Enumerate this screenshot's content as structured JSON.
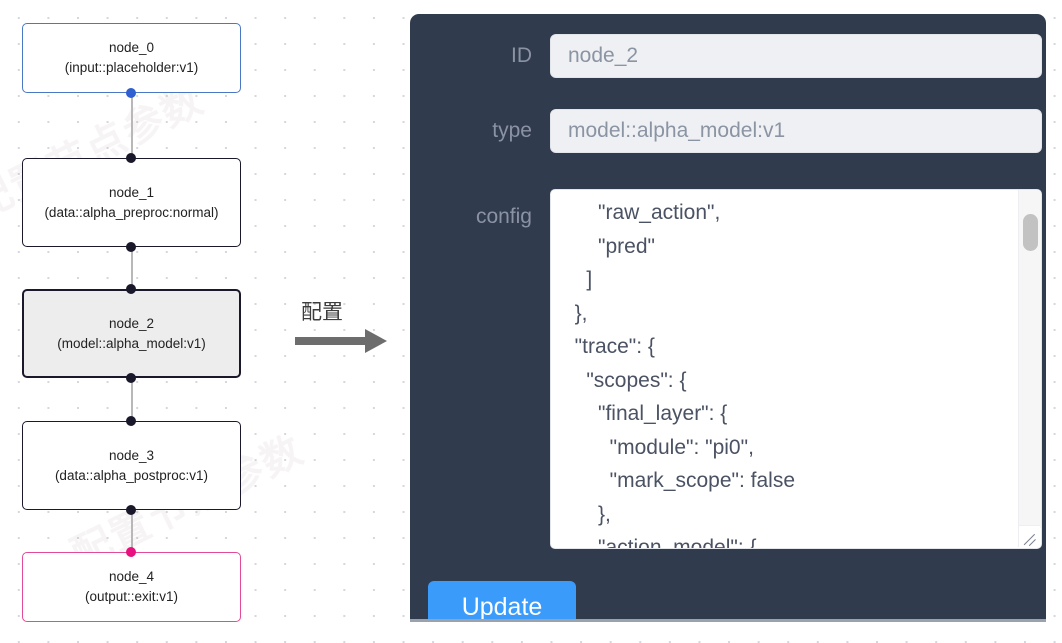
{
  "canvas": {
    "watermark_text": "配置节点参数"
  },
  "graph": {
    "nodes": [
      {
        "id": "node_0",
        "type": "(input::placeholder:v1)",
        "state": "default",
        "accent": "#4a78c4"
      },
      {
        "id": "node_1",
        "type": "(data::alpha_preproc:normal)",
        "state": "default",
        "accent": "#1a192b"
      },
      {
        "id": "node_2",
        "type": "(model::alpha_model:v1)",
        "state": "selected",
        "accent": "#1a192b"
      },
      {
        "id": "node_3",
        "type": "(data::alpha_postproc:v1)",
        "state": "default",
        "accent": "#1a192b"
      },
      {
        "id": "node_4",
        "type": "(output::exit:v1)",
        "state": "default",
        "accent": "#e24a9a"
      }
    ]
  },
  "arrow": {
    "label": "配置",
    "icon": "right-arrow-icon",
    "color": "#6d6d6d"
  },
  "inspector": {
    "fields": {
      "id": {
        "label": "ID",
        "value": "node_2",
        "placeholder": "node_2"
      },
      "type": {
        "label": "type",
        "value": "model::alpha_model:v1",
        "placeholder": "model::alpha_model:v1"
      },
      "config": {
        "label": "config",
        "value": "      \"raw_action\",\n      \"pred\"\n    ]\n  },\n  \"trace\": {\n    \"scopes\": {\n      \"final_layer\": {\n        \"module\": \"pi0\",\n        \"mark_scope\": false\n      },\n      \"action_model\": {"
      }
    },
    "update_button": {
      "label": "Update",
      "color": "#3b9bfb"
    },
    "panel_color": "#313b4e"
  }
}
